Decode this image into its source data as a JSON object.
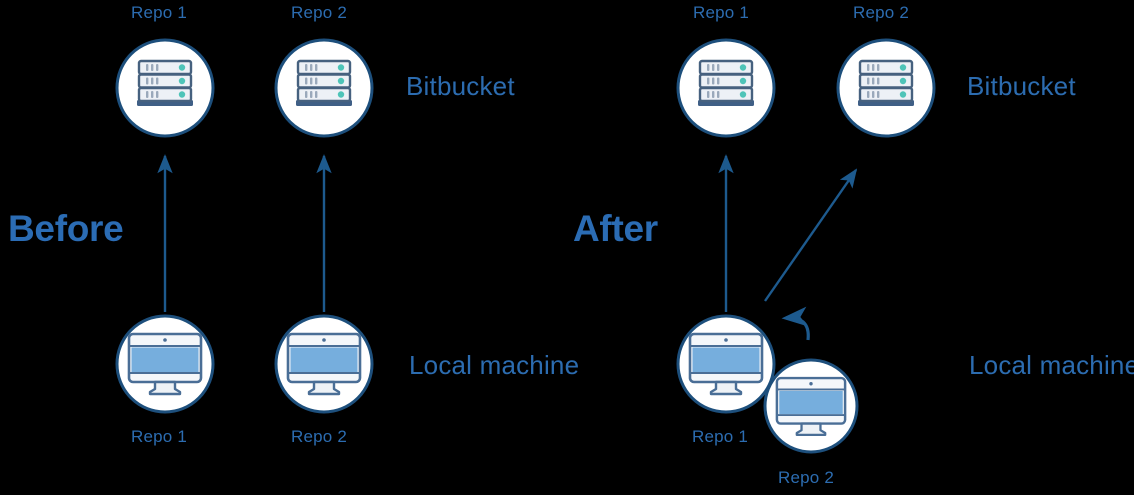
{
  "diagram": {
    "title_before": "Before",
    "title_after": "After",
    "row_labels": {
      "top": "Bitbucket",
      "bottom": "Local machine"
    },
    "colors": {
      "background": "#000000",
      "circle_fill": "#ffffff",
      "circle_stroke": "#1d4f7c",
      "text_blue": "#2c6cb0",
      "arrow_blue": "#1d5a8e",
      "screen_blue": "#76aedd",
      "server_body": "#edf1f6",
      "server_stroke": "#46617f",
      "server_led": "#4ec4b8",
      "server_base": "#3f5f86"
    },
    "before": {
      "title": "Before",
      "remote_nodes": [
        {
          "label": "Repo 1",
          "icon": "server-icon",
          "label_pos": "top"
        },
        {
          "label": "Repo 2",
          "icon": "server-icon",
          "label_pos": "top"
        }
      ],
      "local_nodes": [
        {
          "label": "Repo 1",
          "icon": "monitor-icon",
          "label_pos": "bottom"
        },
        {
          "label": "Repo 2",
          "icon": "monitor-icon",
          "label_pos": "bottom"
        }
      ],
      "connections": [
        {
          "from": "local-repo-1",
          "to": "remote-repo-1",
          "kind": "straight-arrow-up"
        },
        {
          "from": "local-repo-2",
          "to": "remote-repo-2",
          "kind": "straight-arrow-up"
        }
      ],
      "row_label_top": "Bitbucket",
      "row_label_bottom": "Local machine"
    },
    "after": {
      "title": "After",
      "remote_nodes": [
        {
          "label": "Repo 1",
          "icon": "server-icon",
          "label_pos": "top"
        },
        {
          "label": "Repo 2",
          "icon": "server-icon",
          "label_pos": "top"
        }
      ],
      "local_nodes": [
        {
          "label": "Repo 1",
          "icon": "monitor-icon",
          "label_pos": "bottom"
        },
        {
          "label": "Repo 2",
          "icon": "monitor-icon",
          "label_pos": "bottom"
        }
      ],
      "connections": [
        {
          "from": "local-repo-1",
          "to": "remote-repo-1",
          "kind": "straight-arrow-up"
        },
        {
          "from": "local-repo-1",
          "to": "remote-repo-2",
          "kind": "diagonal-arrow-up-right"
        },
        {
          "from": "local-repo-2",
          "to": "local-repo-1",
          "kind": "curved-arrow-left"
        }
      ],
      "row_label_top": "Bitbucket",
      "row_label_bottom": "Local machine"
    }
  }
}
